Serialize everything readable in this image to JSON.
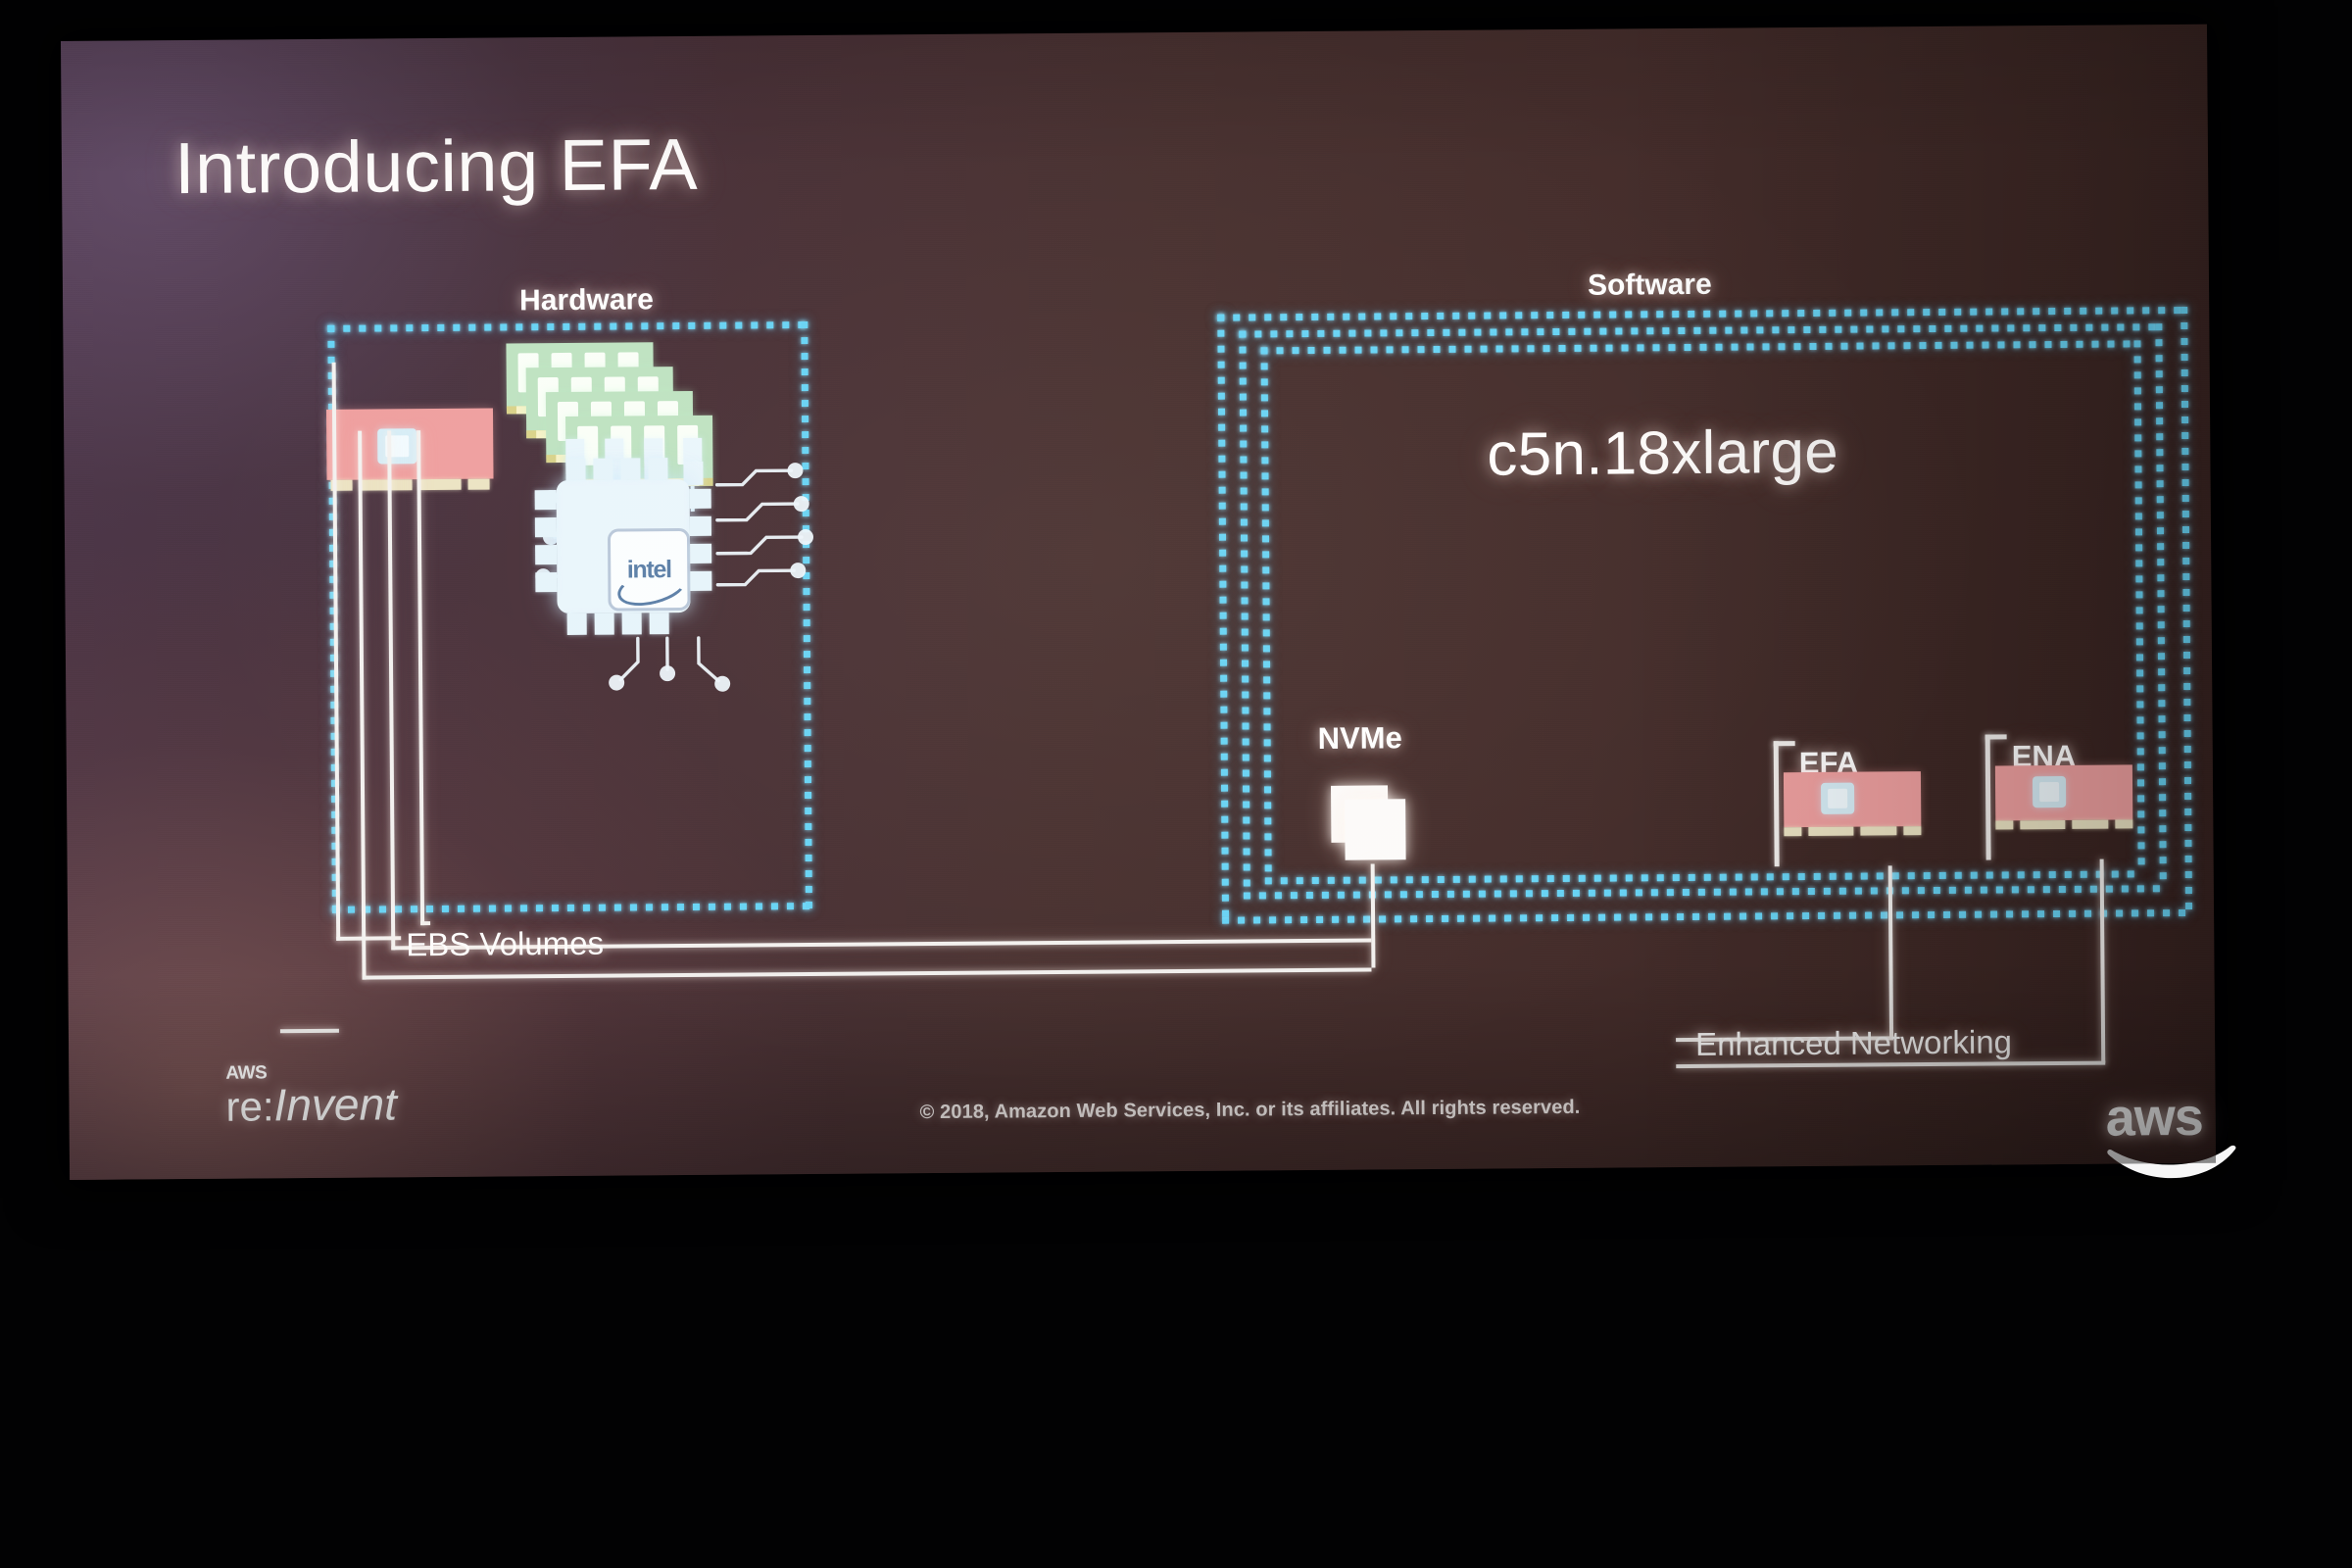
{
  "slide": {
    "title": "Introducing EFA",
    "copyright": "© 2018, Amazon Web Services, Inc. or its affiliates. All rights reserved.",
    "background_color": "#44302f",
    "accent_dashed_color": "#69d4f5",
    "card_color": "#efa0a0",
    "ram_color": "#bfe3c2",
    "text_color": "#ffffff"
  },
  "brand": {
    "reinvent_aws": "AWS",
    "reinvent_re": "re:",
    "reinvent_invent": "Invent",
    "aws_wordmark": "aws"
  },
  "hardware": {
    "label": "Hardware",
    "cpu_vendor": "intel",
    "components": [
      "pcie-card",
      "ram-modules",
      "intel-cpu",
      "circuit-traces"
    ]
  },
  "software": {
    "label": "Software",
    "instance_type": "c5n.18xlarge",
    "devices": [
      {
        "label": "NVMe",
        "icon": "nvme-stacked-squares"
      },
      {
        "label": "EFA",
        "icon": "pcie-card"
      },
      {
        "label": "ENA",
        "icon": "pcie-card"
      }
    ]
  },
  "connections": [
    {
      "label": "EBS Volumes"
    },
    {
      "label": "Enhanced Networking"
    }
  ]
}
